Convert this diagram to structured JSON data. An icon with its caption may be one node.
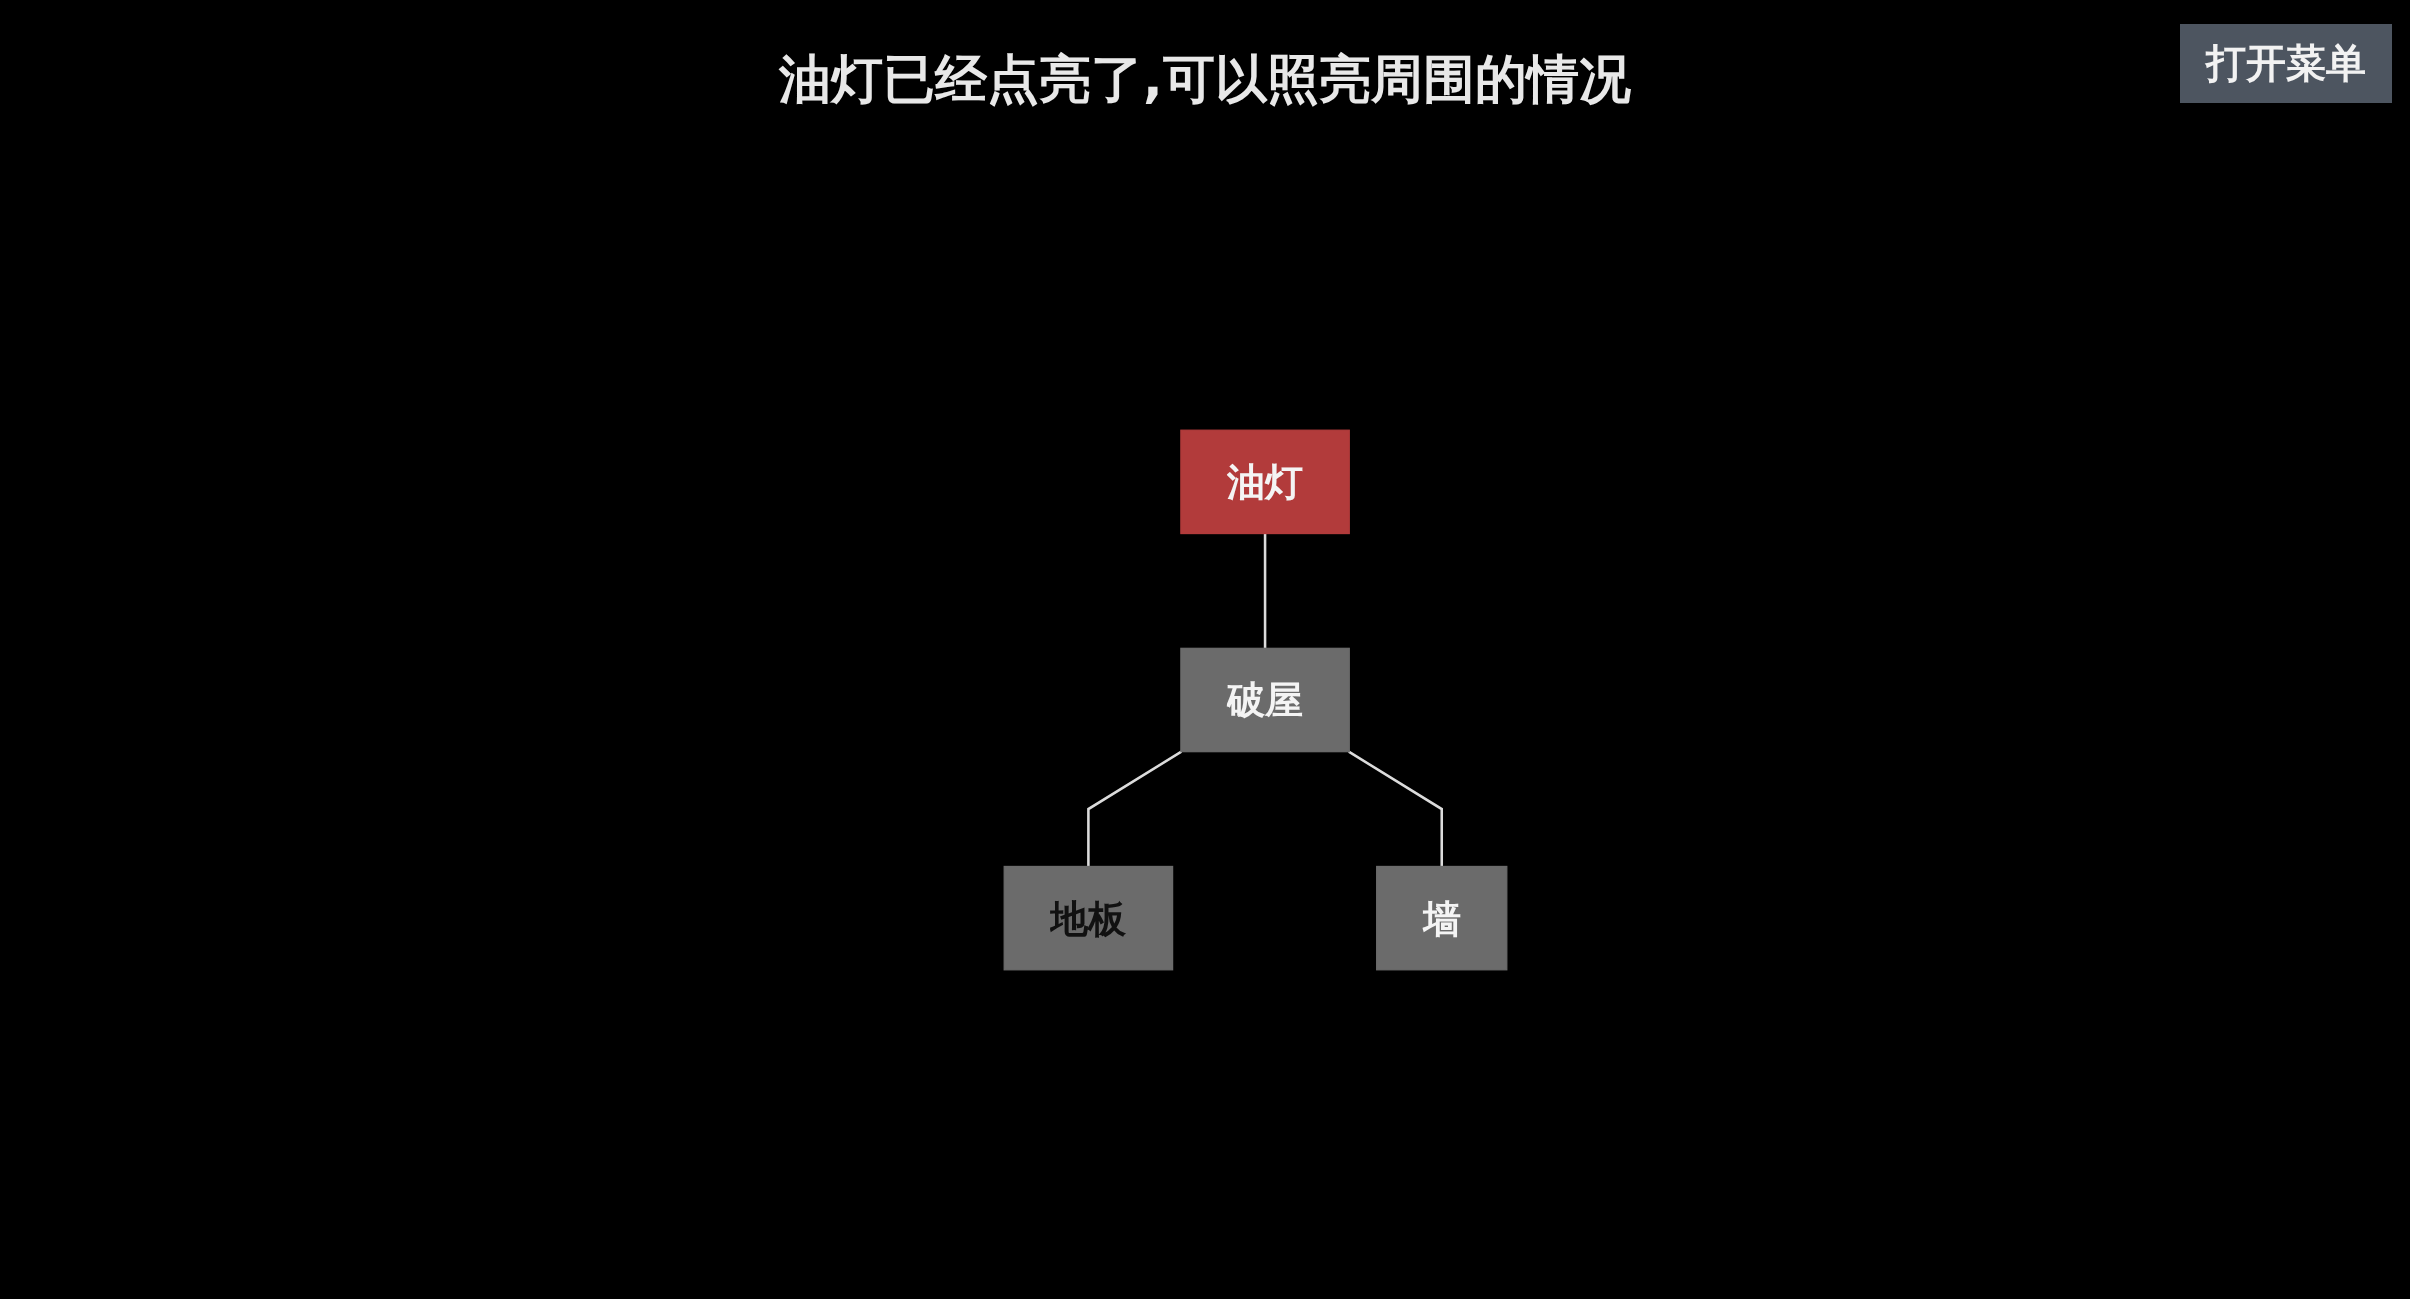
{
  "diagram": {
    "title": "油灯已经点亮了,可以照亮周围的情况",
    "nodes": [
      {
        "text": [
          "油灯"
        ]
      },
      {
        "text": [
          "破屋"
        ]
      },
      {
        "text": [
          "地板"
        ]
      },
      {
        "text": [
          "墙"
        ]
      }
    ],
    "edges": [
      {
        "from": 0,
        "to": 1,
        "arrow": "none"
      },
      {
        "from": 1,
        "to": 2,
        "arrow": "none"
      },
      {
        "from": 1,
        "to": 3,
        "arrow": "none"
      }
    ],
    "labels": [
      "打开菜单"
    ]
  }
}
